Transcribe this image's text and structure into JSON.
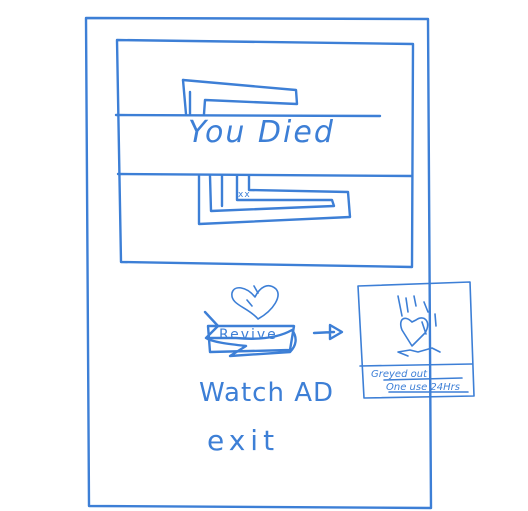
{
  "screen": {
    "title": "You Died"
  },
  "maze": {
    "marker": "xx"
  },
  "revive": {
    "label": "Revive"
  },
  "actions": {
    "watch_ad": "Watch AD",
    "exit": "exit"
  },
  "ad_note": {
    "line1": "Greyed out",
    "line2": "One use 24Hrs"
  },
  "colors": {
    "ink": "#3d7fd6",
    "background": "#ffffff"
  },
  "icons": {
    "revive_heart": "heart-icon",
    "revive_ribbon": "banner-ribbon-icon",
    "arrow": "arrow-right-icon",
    "greyed_heart": "broken-heart-icon"
  }
}
